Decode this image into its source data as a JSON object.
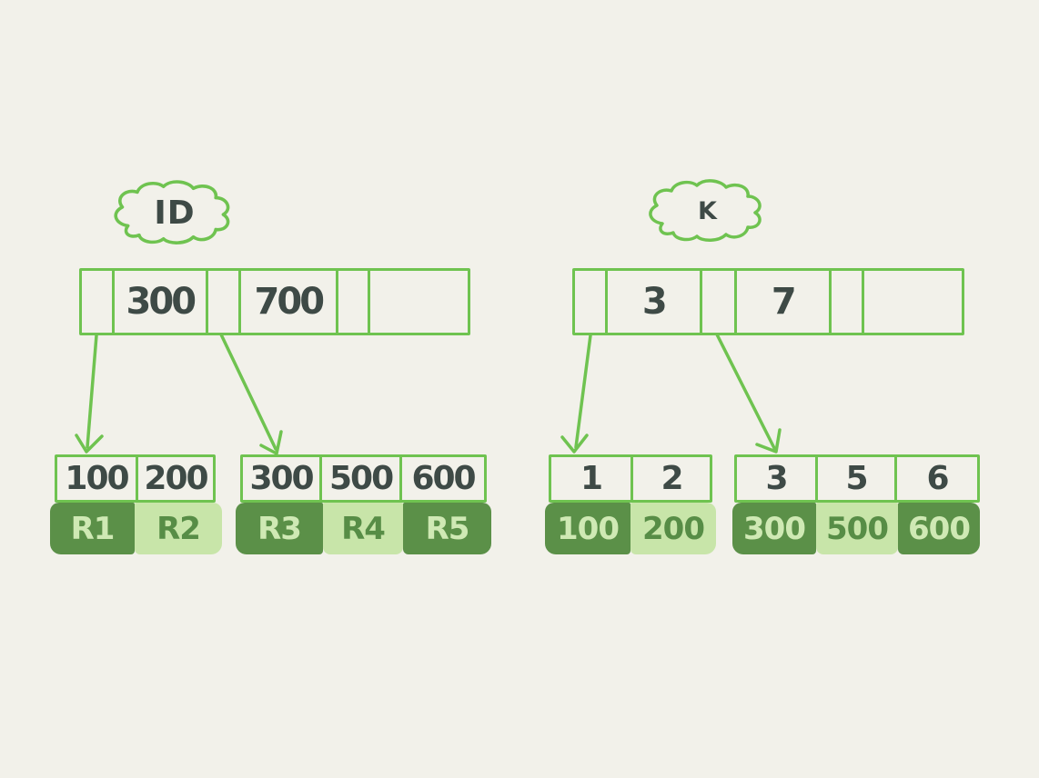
{
  "colors": {
    "background": "#f2f1ea",
    "line_green": "#6fc350",
    "dark_green": "#5b9048",
    "light_green": "#c8e5a9",
    "ink": "#3e4a46",
    "text_on_dark": "#cfe9b4",
    "text_on_light": "#578d46"
  },
  "left_tree": {
    "label": "ID",
    "root": {
      "keys": [
        "300",
        "700"
      ]
    },
    "leaves": [
      {
        "keys": [
          "100",
          "200"
        ],
        "rows": [
          {
            "label": "R1",
            "shade": "dark"
          },
          {
            "label": "R2",
            "shade": "light"
          }
        ]
      },
      {
        "keys": [
          "300",
          "500",
          "600"
        ],
        "rows": [
          {
            "label": "R3",
            "shade": "dark"
          },
          {
            "label": "R4",
            "shade": "light"
          },
          {
            "label": "R5",
            "shade": "dark"
          }
        ]
      }
    ]
  },
  "right_tree": {
    "label": "K",
    "root": {
      "keys": [
        "3",
        "7"
      ]
    },
    "leaves": [
      {
        "keys": [
          "1",
          "2"
        ],
        "rows": [
          {
            "label": "100",
            "shade": "dark"
          },
          {
            "label": "200",
            "shade": "light"
          }
        ]
      },
      {
        "keys": [
          "3",
          "5",
          "6"
        ],
        "rows": [
          {
            "label": "300",
            "shade": "dark"
          },
          {
            "label": "500",
            "shade": "light"
          },
          {
            "label": "600",
            "shade": "dark"
          }
        ]
      }
    ]
  }
}
